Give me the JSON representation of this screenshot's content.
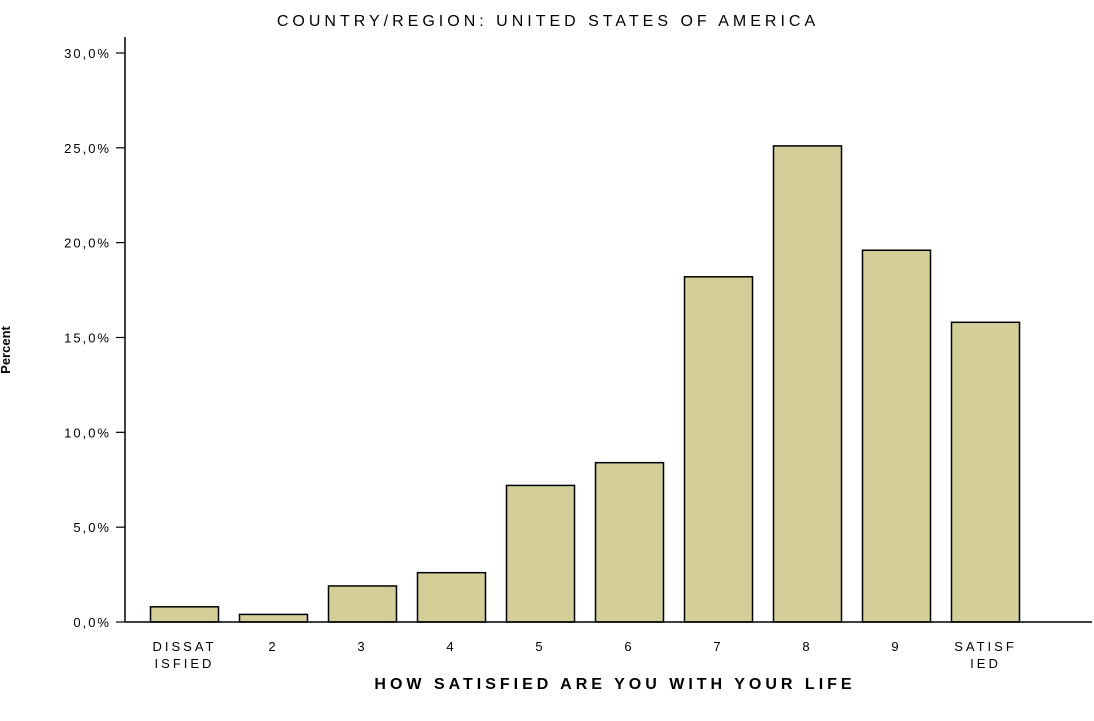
{
  "chart_data": {
    "type": "bar",
    "title": "COUNTRY/REGION: UNITED STATES OF AMERICA",
    "xlabel": "HOW SATISFIED ARE YOU WITH YOUR LIFE",
    "ylabel": "Percent",
    "categories": [
      [
        "DISSAT",
        "ISFIED"
      ],
      [
        "2"
      ],
      [
        "3"
      ],
      [
        "4"
      ],
      [
        "5"
      ],
      [
        "6"
      ],
      [
        "7"
      ],
      [
        "8"
      ],
      [
        "9"
      ],
      [
        "SATISF",
        "IED"
      ]
    ],
    "values": [
      0.8,
      0.4,
      1.9,
      2.6,
      7.2,
      8.4,
      18.2,
      25.1,
      19.6,
      15.8
    ],
    "ylim": [
      0,
      31
    ],
    "yticks": [
      0,
      5,
      10,
      15,
      20,
      25,
      30
    ],
    "ytick_labels": [
      "0,0%",
      "5,0%",
      "10,0%",
      "15,0%",
      "20,0%",
      "25,0%",
      "30,0%"
    ],
    "bar_color": "#d4cf98",
    "grid": false,
    "legend": "none"
  }
}
